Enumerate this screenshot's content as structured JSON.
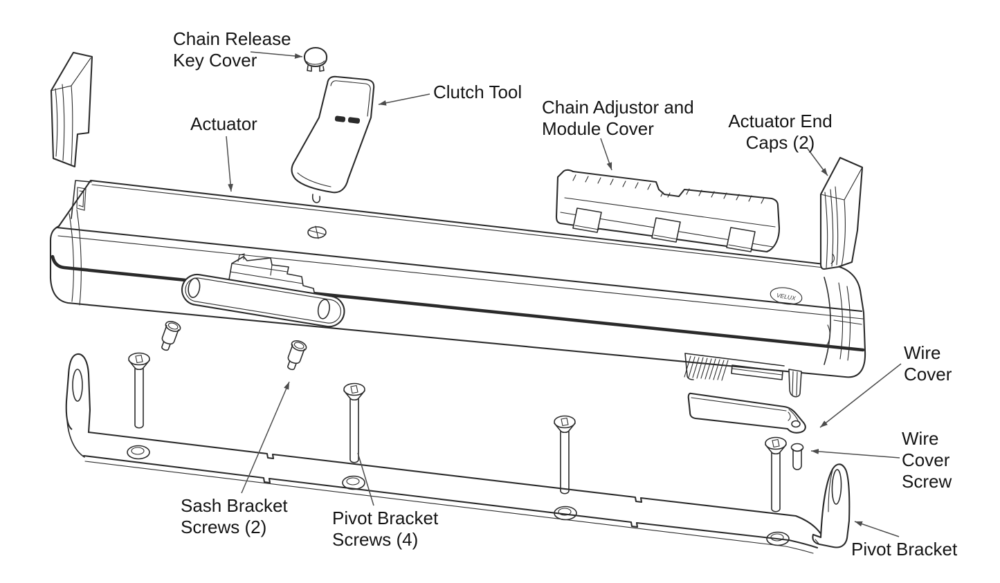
{
  "colors": {
    "background": "#ffffff",
    "line": "#2a2a2a",
    "leader": "#4c4c4c",
    "label": "#141414"
  },
  "labels": {
    "chain_release_key_cover": "Chain Release\nKey Cover",
    "clutch_tool": "Clutch Tool",
    "actuator": "Actuator",
    "chain_adjustor_module_cover": "Chain Adjustor and\nModule Cover",
    "actuator_end_caps": "Actuator End\nCaps (2)",
    "wire_cover": "Wire\nCover",
    "wire_cover_screw": "Wire\nCover\nScrew",
    "pivot_bracket": "Pivot Bracket",
    "sash_bracket_screws": "Sash Bracket\nScrews (2)",
    "pivot_bracket_screws": "Pivot Bracket\nScrews (4)"
  },
  "logo": {
    "text": "VELUX"
  }
}
